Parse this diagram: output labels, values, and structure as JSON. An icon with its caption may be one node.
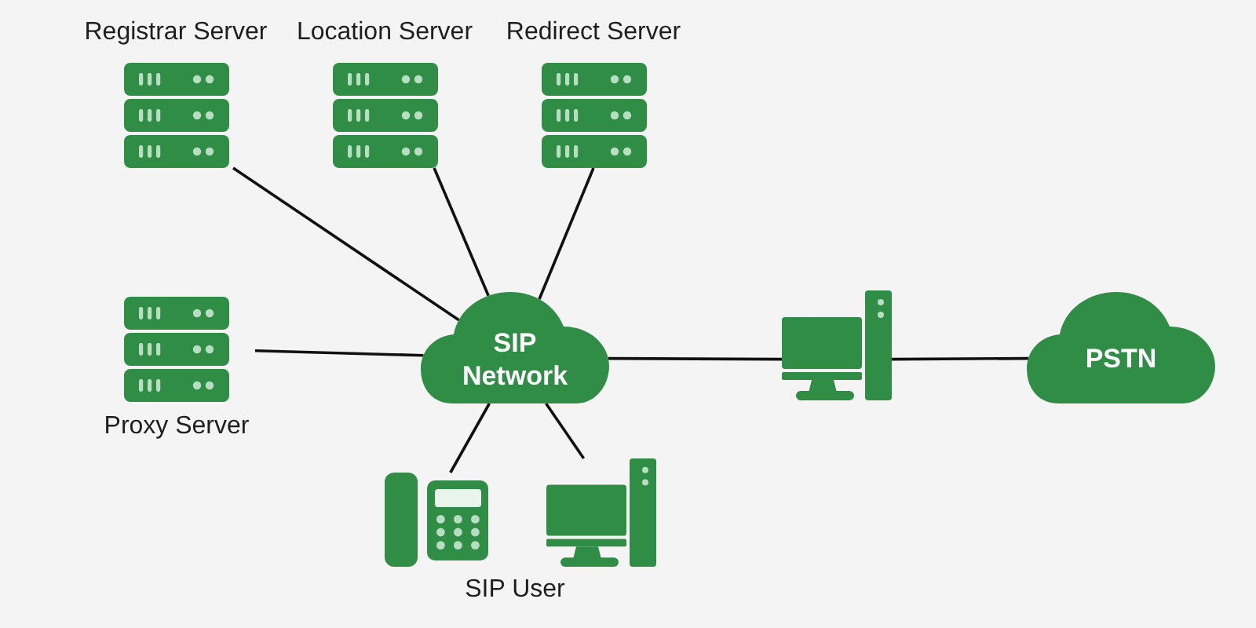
{
  "diagram": {
    "nodes": [
      {
        "text": [
          "Registrar Server"
        ]
      },
      {
        "text": [
          "Location Server"
        ]
      },
      {
        "text": [
          "Redirect Server"
        ]
      },
      {
        "text": [
          "Proxy Server"
        ]
      },
      {
        "text": [
          "SIP Network"
        ]
      },
      {
        "text": [],
        "shape": "picture"
      },
      {
        "text": [
          "PSTN"
        ]
      },
      {
        "text": [],
        "shape": "picture"
      },
      {
        "text": [],
        "shape": "picture"
      }
    ],
    "edges": [
      {
        "from": 0,
        "to": 4,
        "arrow": "none"
      },
      {
        "from": 1,
        "to": 4,
        "arrow": "none"
      },
      {
        "from": 2,
        "to": 4,
        "arrow": "none"
      },
      {
        "from": 3,
        "to": 4,
        "arrow": "none"
      },
      {
        "from": 4,
        "to": 5,
        "arrow": "none"
      },
      {
        "from": 5,
        "to": 6,
        "arrow": "none"
      },
      {
        "from": 4,
        "to": 7,
        "arrow": "none"
      },
      {
        "from": 4,
        "to": 8,
        "arrow": "none"
      }
    ],
    "labels": [
      "SIP User"
    ]
  }
}
